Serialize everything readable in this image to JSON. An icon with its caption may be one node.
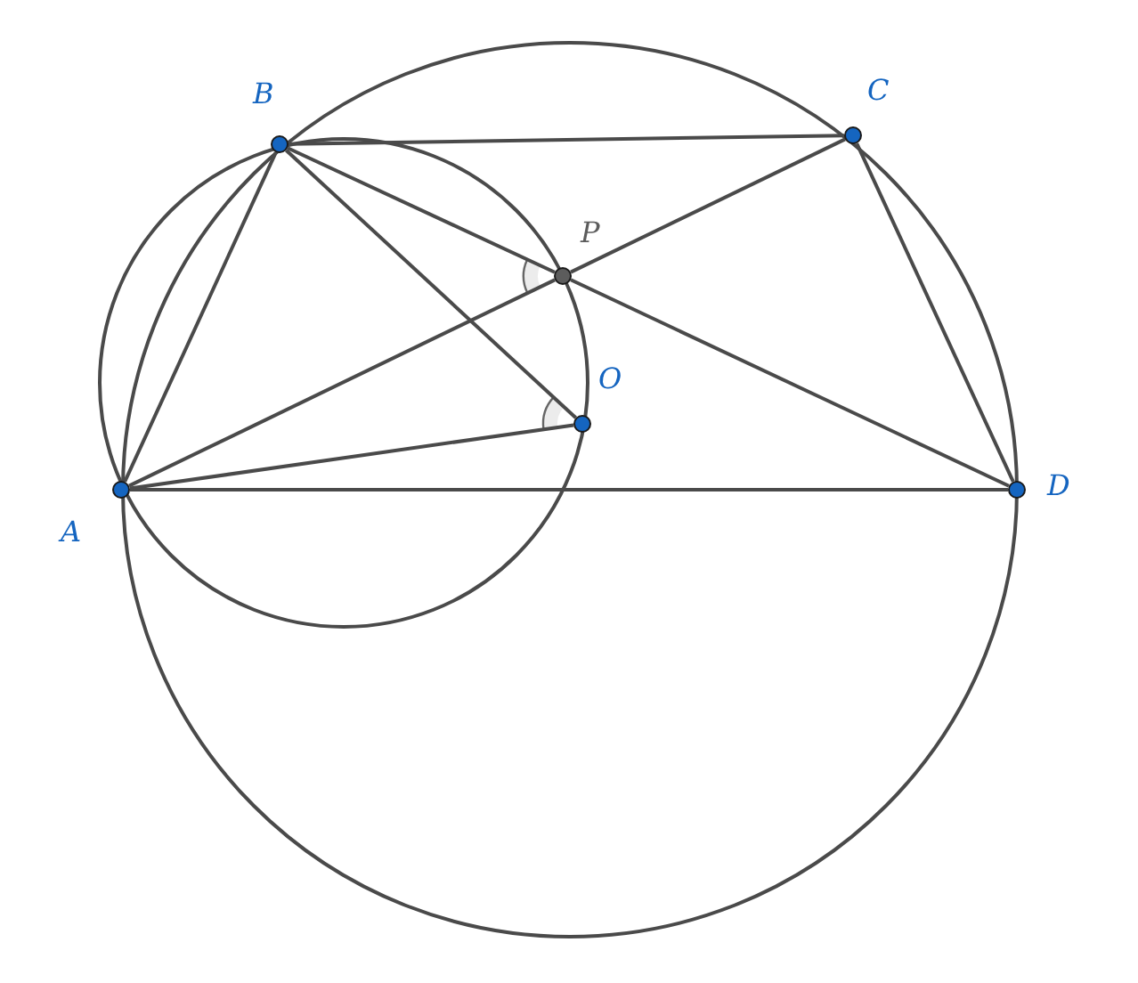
{
  "diagram": {
    "nodes": [
      {
        "text": [],
        "shape": "circle",
        "beside": [
          "A"
        ]
      },
      {
        "text": [],
        "shape": "circle",
        "beside": [
          "B"
        ]
      },
      {
        "text": [],
        "shape": "circle",
        "beside": [
          "P"
        ]
      },
      {
        "text": [],
        "shape": "circle",
        "beside": [
          "O"
        ]
      },
      {
        "text": [],
        "shape": "circle",
        "beside": [
          "C"
        ]
      },
      {
        "text": [],
        "shape": "circle",
        "beside": [
          "D"
        ]
      }
    ],
    "edges": [
      {
        "from": 0,
        "to": 1,
        "arrow": "none"
      },
      {
        "from": 1,
        "to": 4,
        "arrow": "none"
      },
      {
        "from": 4,
        "to": 5,
        "arrow": "none"
      },
      {
        "from": 0,
        "to": 5,
        "arrow": "none"
      },
      {
        "from": 1,
        "to": 2,
        "arrow": "none"
      },
      {
        "from": 2,
        "to": 5,
        "arrow": "none"
      },
      {
        "from": 0,
        "to": 2,
        "arrow": "none"
      },
      {
        "from": 2,
        "to": 4,
        "arrow": "none"
      },
      {
        "from": 1,
        "to": 3,
        "arrow": "none"
      },
      {
        "from": 0,
        "to": 3,
        "arrow": "none"
      }
    ]
  }
}
